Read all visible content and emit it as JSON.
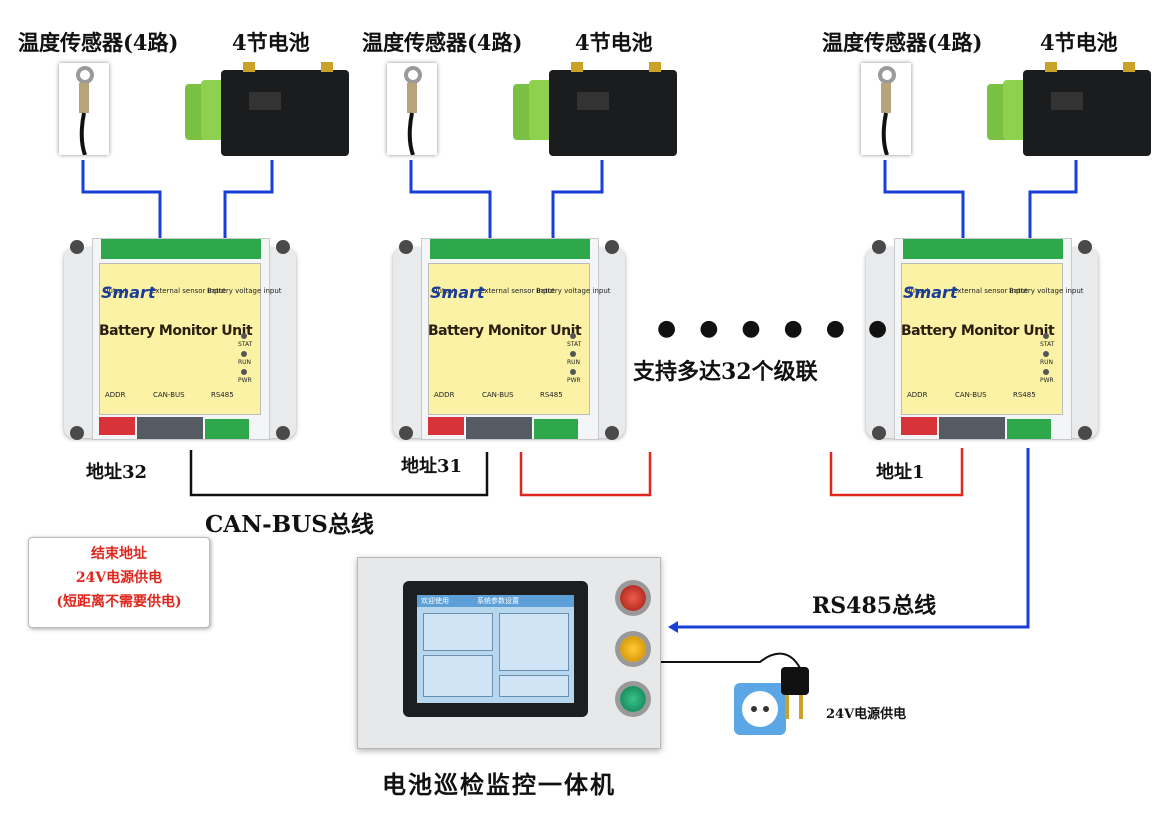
{
  "sensor_label": "温度传感器(4路)",
  "battery_label": "4节电池",
  "unit": {
    "smart": "Smart",
    "name": "Battery Monitor Unit",
    "stat": "STAT",
    "run": "RUN",
    "pwr": "PWR",
    "output": "Output",
    "ext_sensor": "External sensor input",
    "batt_input": "Battery voltage input",
    "addr": "ADDR",
    "canbus": "CAN-BUS",
    "rs485": "RS485"
  },
  "addresses": [
    "地址32",
    "地址31",
    "地址1"
  ],
  "dots": "● ● ● ● ● ●",
  "cascade_text": "支持多达32个级联",
  "canbus_label": "CAN-BUS总线",
  "rs485_label": "RS485总线",
  "end_note": [
    "结束地址",
    "24V电源供电",
    "(短距离不需要供电)"
  ],
  "power_label": "24V电源供电",
  "device_caption": "电池巡检监控一体机",
  "screen": {
    "tab1": "欢迎使用",
    "tab2": "系统参数设置"
  },
  "colors": {
    "blue_wire": "#1a3fd9",
    "red_wire": "#e0271d",
    "black_wire": "#111111",
    "note_red": "#e0271d"
  }
}
